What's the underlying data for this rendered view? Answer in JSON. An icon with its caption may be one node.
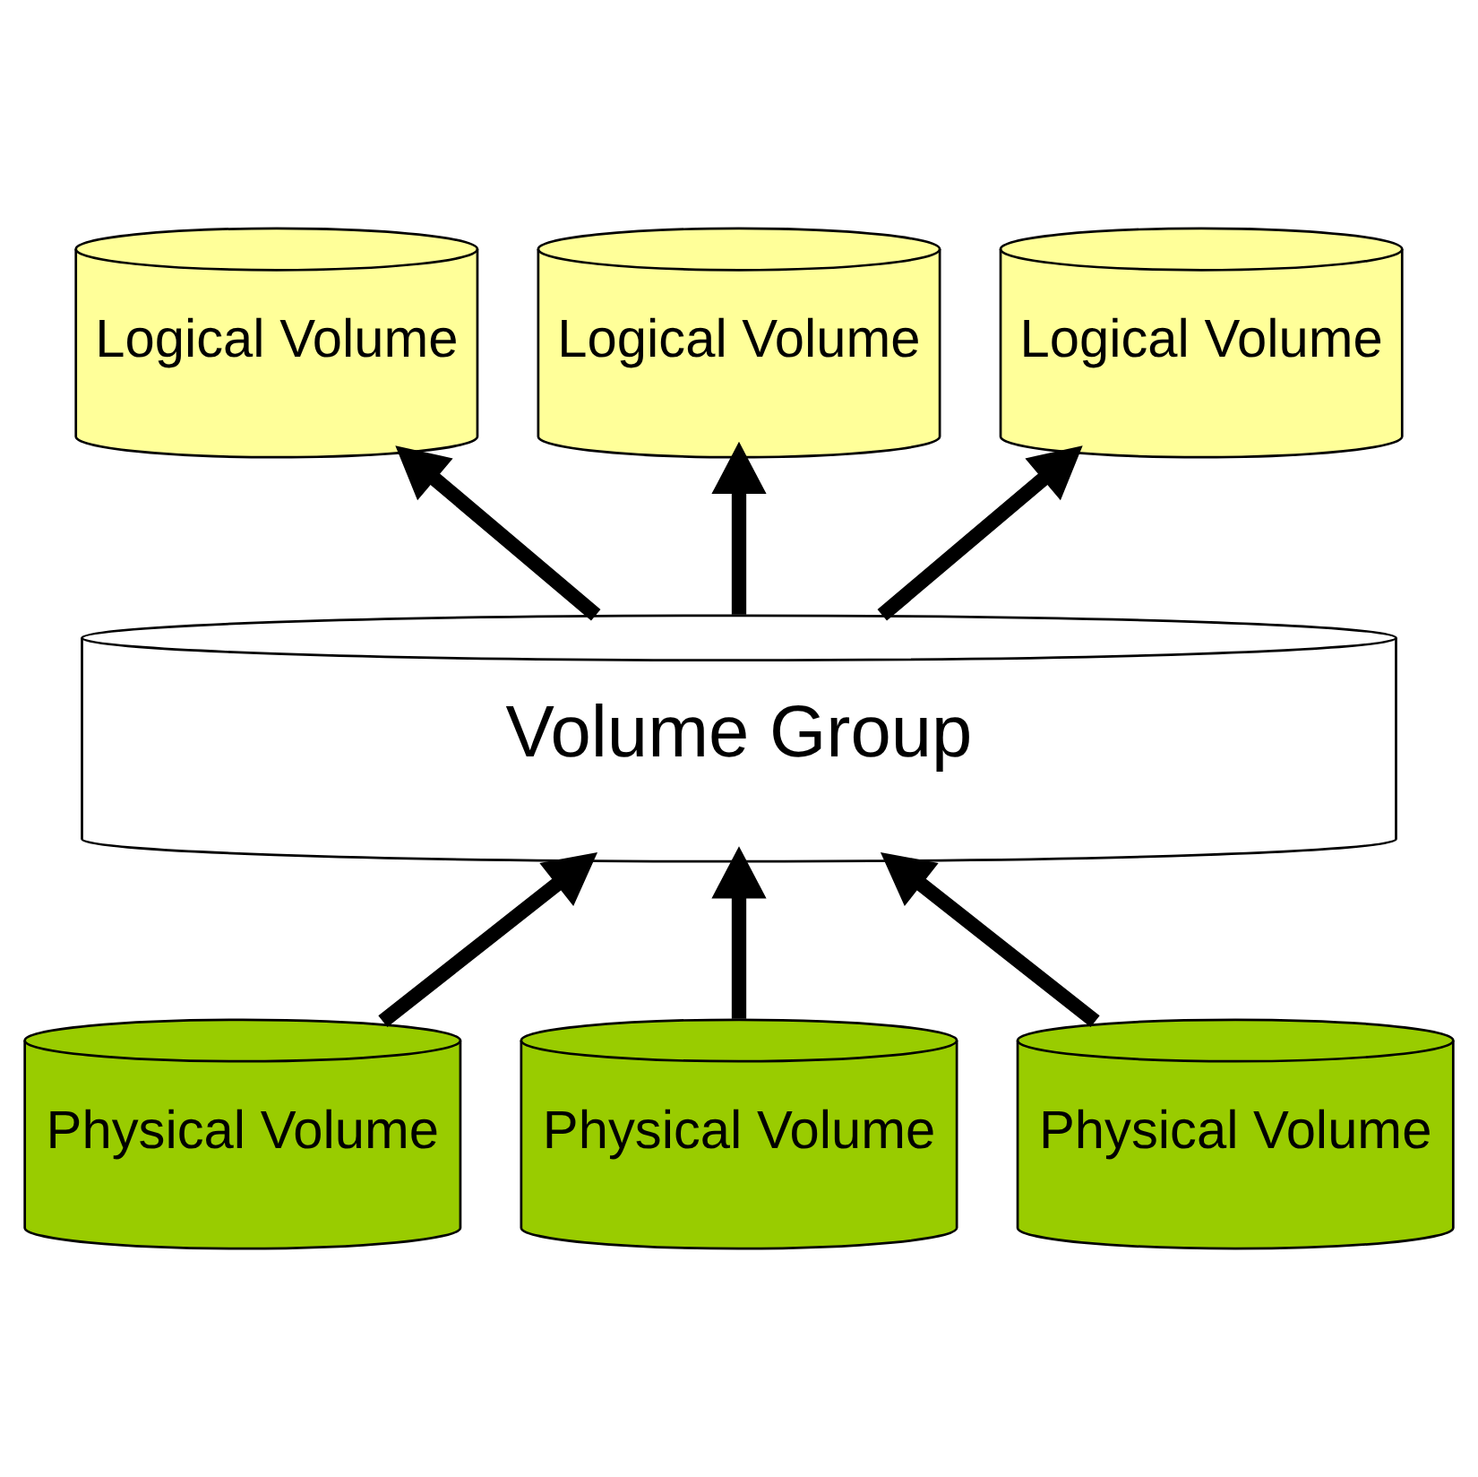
{
  "diagram": {
    "nodes": [
      {
        "text": [
          "Logical Volume"
        ]
      },
      {
        "text": [
          "Logical Volume"
        ]
      },
      {
        "text": [
          "Logical Volume"
        ]
      },
      {
        "text": [
          "Volume Group"
        ]
      },
      {
        "text": [
          "Physical Volume"
        ]
      },
      {
        "text": [
          "Physical Volume"
        ]
      },
      {
        "text": [
          "Physical Volume"
        ]
      }
    ],
    "edges": [
      {
        "from": 4,
        "to": 3,
        "arrow": "to"
      },
      {
        "from": 5,
        "to": 3,
        "arrow": "to"
      },
      {
        "from": 6,
        "to": 3,
        "arrow": "to"
      },
      {
        "from": 3,
        "to": 0,
        "arrow": "to"
      },
      {
        "from": 3,
        "to": 1,
        "arrow": "to"
      },
      {
        "from": 3,
        "to": 2,
        "arrow": "to"
      }
    ]
  }
}
